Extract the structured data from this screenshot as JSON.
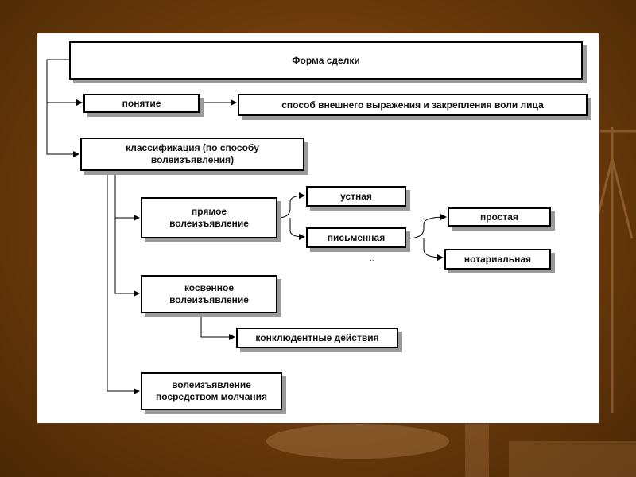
{
  "diagram": {
    "title": "Форма сделки",
    "nodes": {
      "concept": "понятие",
      "definition": "способ внешнего выражения и закрепления воли лица",
      "classification": "классификация (по способу\nволеизъявления)",
      "direct": "прямое\nволеизъявление",
      "oral": "устная",
      "written": "письменная",
      "simple": "простая",
      "notarial": "нотариальная",
      "indirect": "косвенное\nволеизъявление",
      "conclusive": "конклюдентные действия",
      "silence": "волеизъявление\nпосредством молчания"
    },
    "stray_mark": ".."
  },
  "colors": {
    "background": "#6b3a0b",
    "panel": "#ffffff",
    "box_border": "#000000",
    "box_shadow": "#9a9a9a"
  }
}
